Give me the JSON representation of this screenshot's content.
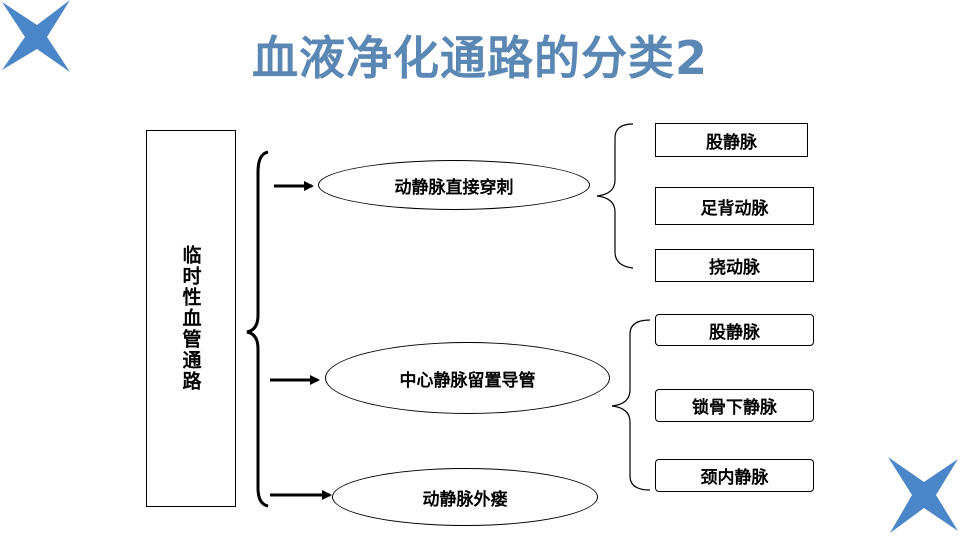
{
  "title": "血液净化通路的分类2",
  "colors": {
    "title": "#5b87b4",
    "star": "#4a86c8"
  },
  "root": {
    "label": "临时性血管通路"
  },
  "methods": [
    {
      "label": "动静脉直接穿刺",
      "targets": [
        "股静脉",
        "足背动脉",
        "挠动脉"
      ]
    },
    {
      "label": "中心静脉留置导管",
      "targets": [
        "股静脉",
        "锁骨下静脉",
        "颈内静脉"
      ]
    },
    {
      "label": "动静脉外瘘",
      "targets": []
    }
  ],
  "decorations": {
    "icons": [
      "star-icon",
      "star-icon"
    ]
  }
}
